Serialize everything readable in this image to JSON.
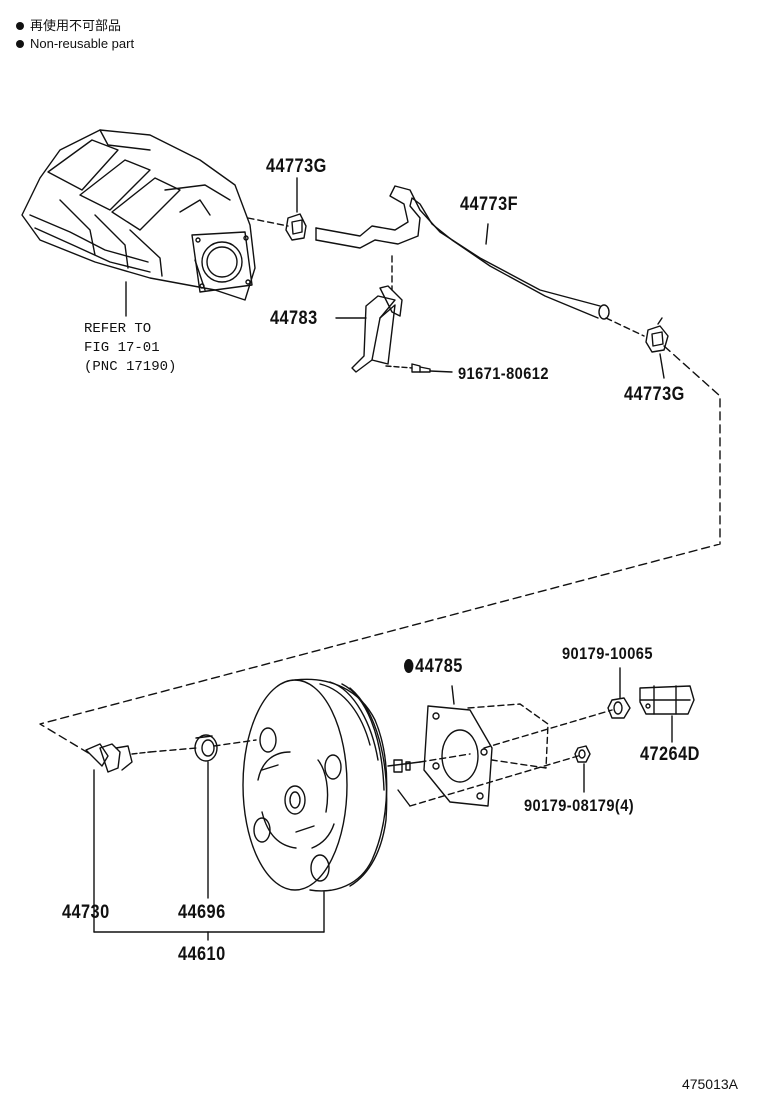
{
  "legend": {
    "line1": "再使用不可部品",
    "line2": "Non-reusable part"
  },
  "parts": {
    "clip_top": "44773G",
    "hose": "44773F",
    "bracket": "44783",
    "bolt": "91671-80612",
    "clip_right": "44773G",
    "gasket": "44785",
    "nut_top": "90179-10065",
    "yoke": "47264D",
    "nuts": "90179-08179(4)",
    "check_valve": "44730",
    "grommet": "44696",
    "booster_assy": "44610"
  },
  "reference": {
    "line1": "REFER TO",
    "line2": "FIG 17-01",
    "line3": "(PNC 17190)"
  },
  "figure_number": "475013A"
}
